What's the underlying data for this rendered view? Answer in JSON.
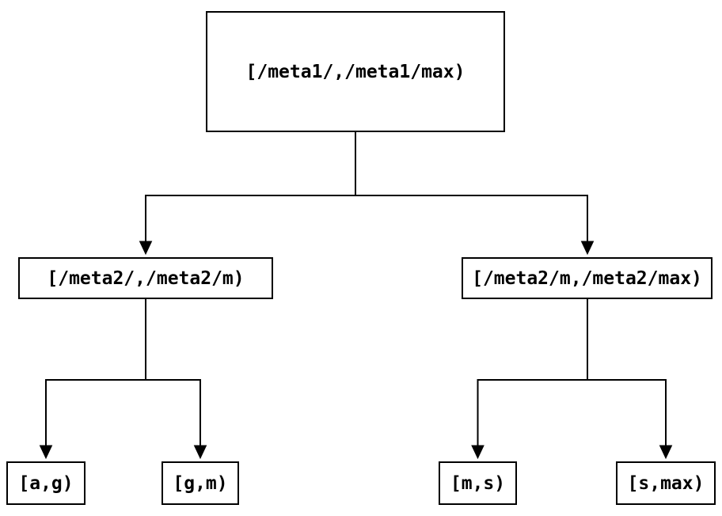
{
  "diagram": {
    "description": "interval partition tree",
    "root": {
      "label": "[/meta1/,/meta1/max)"
    },
    "level2": [
      {
        "label": "[/meta2/,/meta2/m)"
      },
      {
        "label": "[/meta2/m,/meta2/max)"
      }
    ],
    "level3": [
      {
        "label": "[a,g)"
      },
      {
        "label": "[g,m)"
      },
      {
        "label": "[m,s)"
      },
      {
        "label": "[s,max)"
      }
    ],
    "colors": {
      "node_border": "#000000",
      "node_fill": "#ffffff",
      "edge": "#000000",
      "text": "#000000",
      "background": "#ffffff"
    }
  }
}
